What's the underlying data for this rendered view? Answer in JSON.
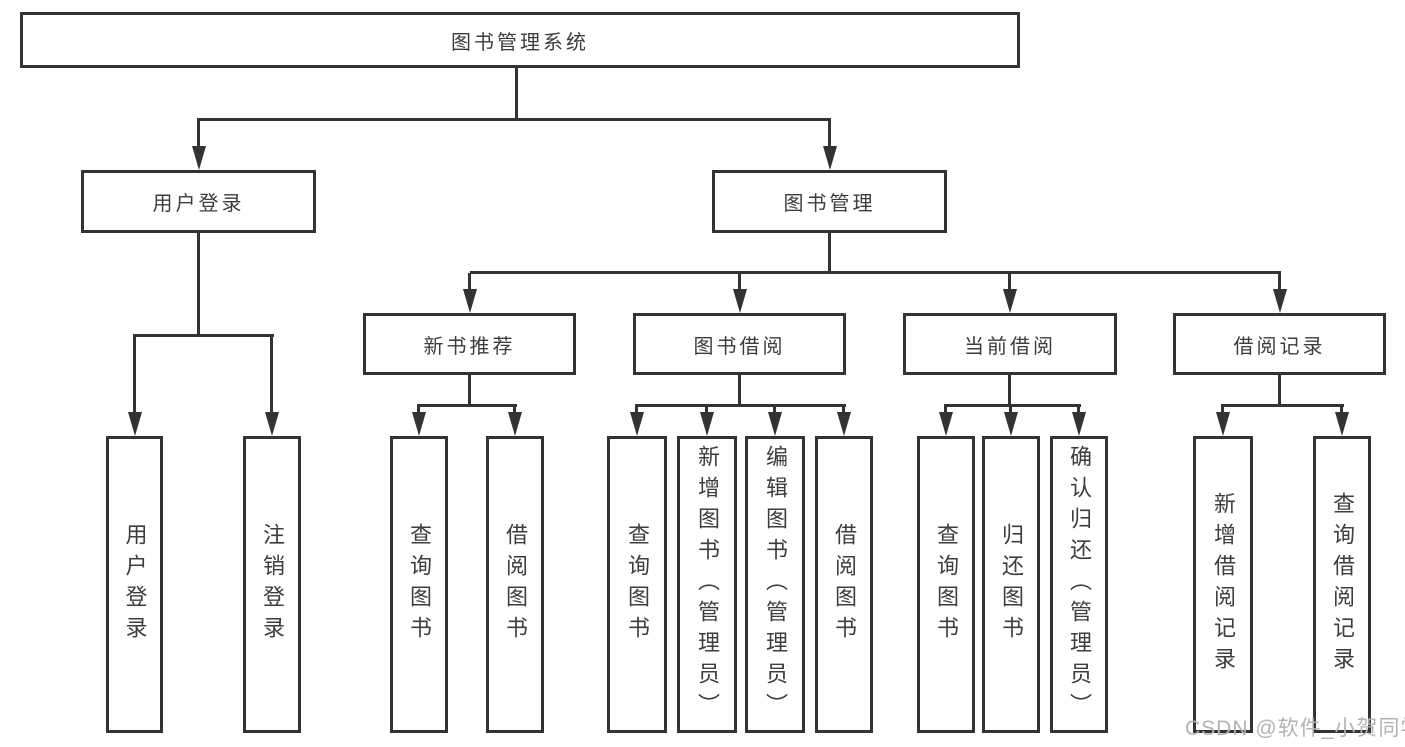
{
  "root": {
    "label": "图书管理系统"
  },
  "branches": [
    {
      "label": "用户登录",
      "children": [
        {
          "label": "用户登录"
        },
        {
          "label": "注销登录"
        }
      ]
    },
    {
      "label": "图书管理",
      "children": [
        {
          "label": "新书推荐",
          "children": [
            {
              "label": "查询图书"
            },
            {
              "label": "借阅图书"
            }
          ]
        },
        {
          "label": "图书借阅",
          "children": [
            {
              "label": "查询图书"
            },
            {
              "label": "新增图书（管理员）"
            },
            {
              "label": "编辑图书（管理员）"
            },
            {
              "label": "借阅图书"
            }
          ]
        },
        {
          "label": "当前借阅",
          "children": [
            {
              "label": "查询图书"
            },
            {
              "label": "归还图书"
            },
            {
              "label": "确认归还（管理员）"
            }
          ]
        },
        {
          "label": "借阅记录",
          "children": [
            {
              "label": "新增借阅记录"
            },
            {
              "label": "查询借阅记录"
            }
          ]
        }
      ]
    }
  ],
  "watermark": {
    "text": "CSDN @软件_小贺同学"
  },
  "colors": {
    "line": "#333333",
    "text": "#3d3d3d",
    "watermark": "#b3b3b3",
    "background": "#ffffff"
  }
}
